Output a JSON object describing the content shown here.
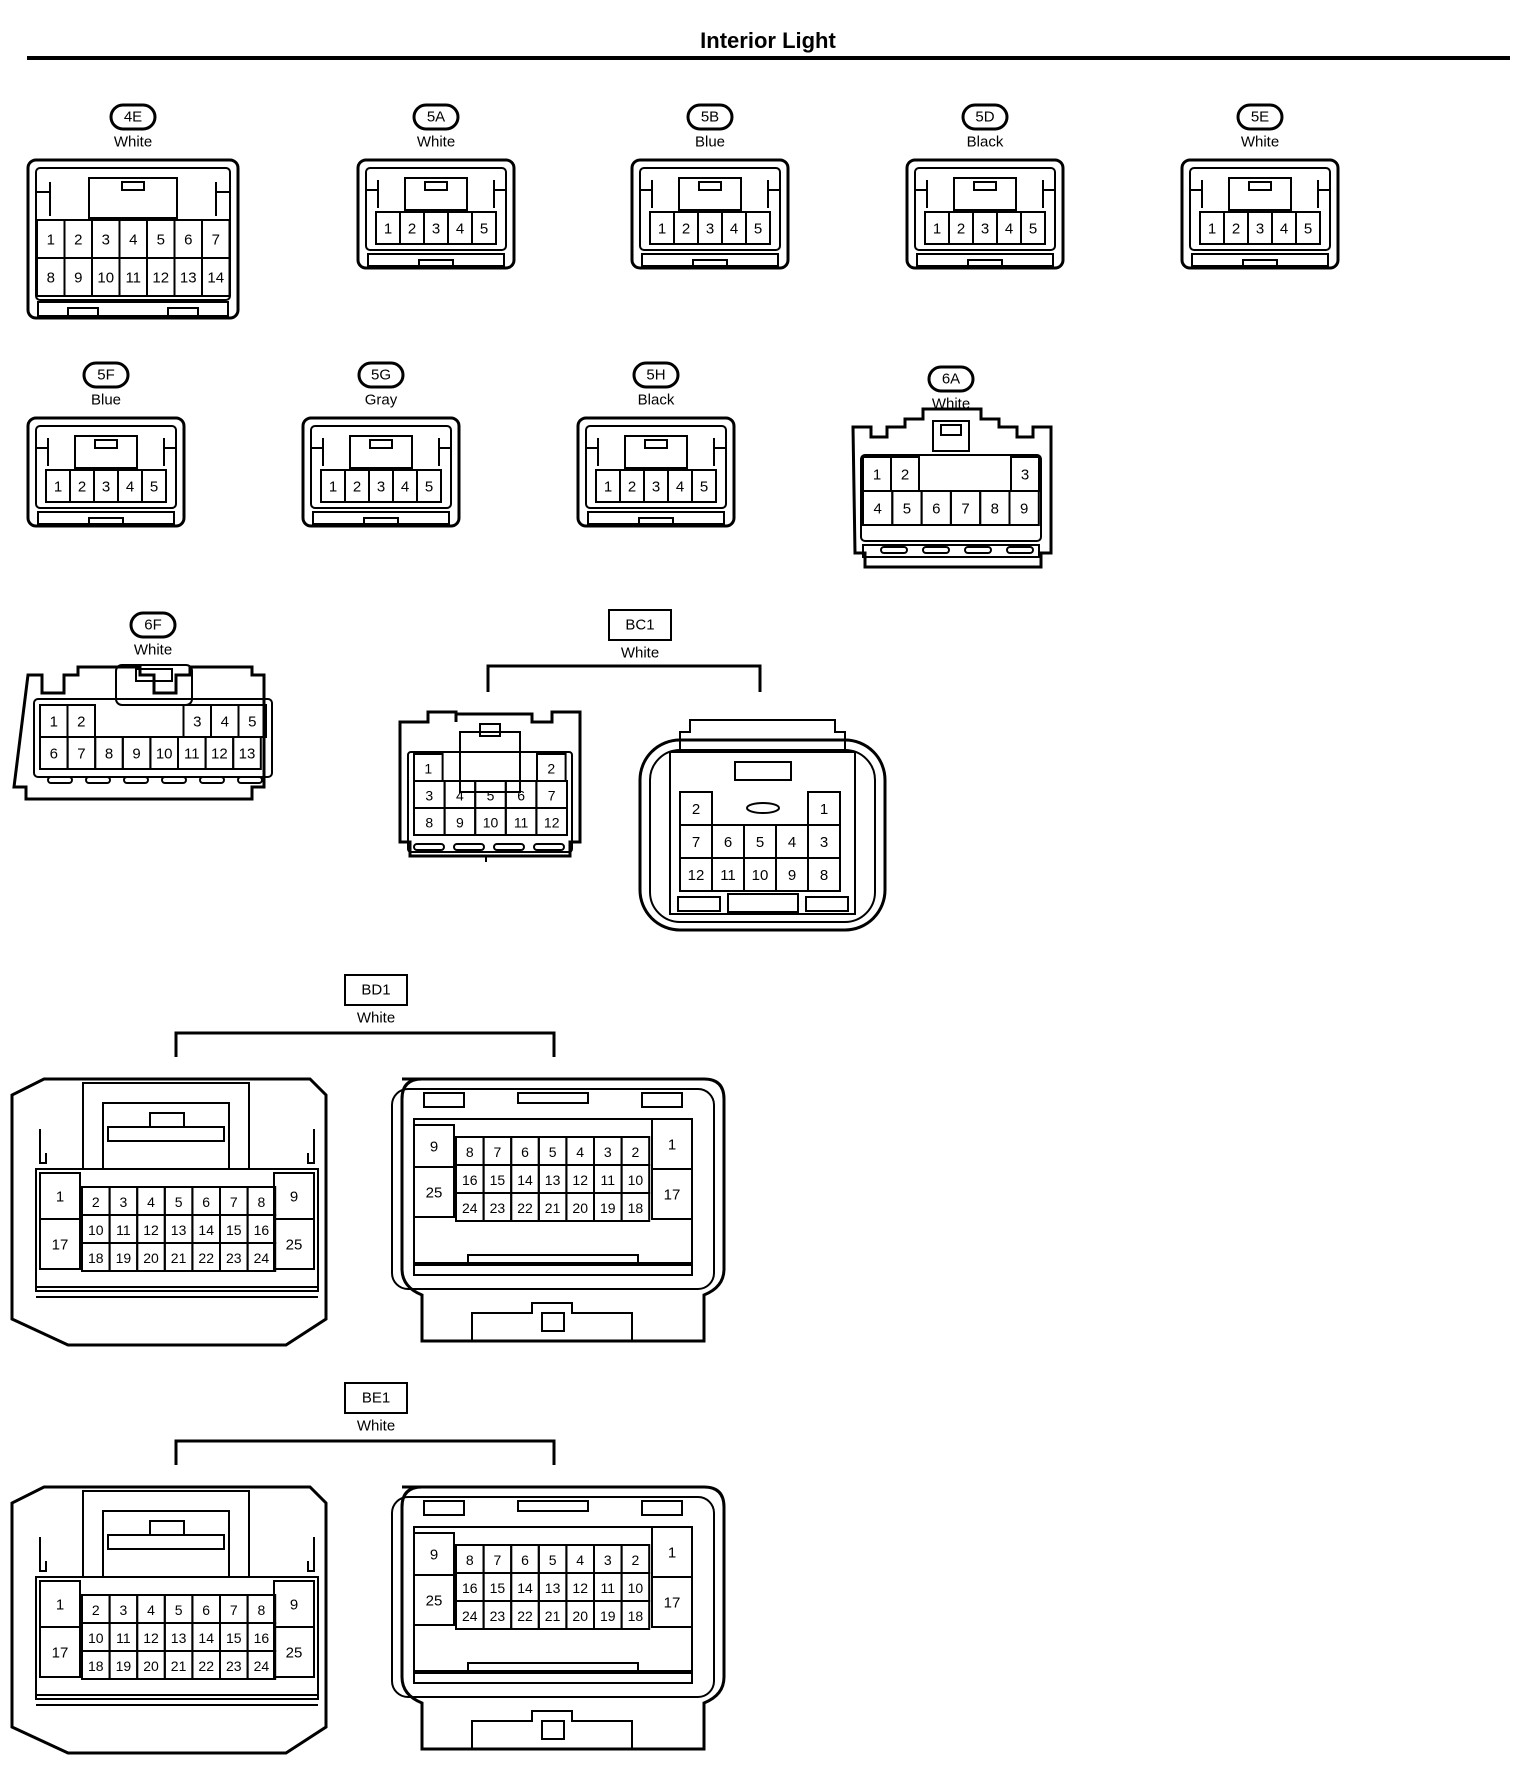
{
  "title": "Interior Light",
  "colors": {
    "line": "#000000",
    "background": "#ffffff"
  },
  "connectors": [
    {
      "id": "4E",
      "color": "White",
      "style": "pill",
      "rows": [
        [
          "1",
          "2",
          "3",
          "4",
          "5",
          "6",
          "7"
        ],
        [
          "8",
          "9",
          "10",
          "11",
          "12",
          "13",
          "14"
        ]
      ]
    },
    {
      "id": "5A",
      "color": "White",
      "style": "pill",
      "rows": [
        [
          "1",
          "2",
          "3",
          "4",
          "5"
        ]
      ]
    },
    {
      "id": "5B",
      "color": "Blue",
      "style": "pill",
      "rows": [
        [
          "1",
          "2",
          "3",
          "4",
          "5"
        ]
      ]
    },
    {
      "id": "5D",
      "color": "Black",
      "style": "pill",
      "rows": [
        [
          "1",
          "2",
          "3",
          "4",
          "5"
        ]
      ]
    },
    {
      "id": "5E",
      "color": "White",
      "style": "pill",
      "rows": [
        [
          "1",
          "2",
          "3",
          "4",
          "5"
        ]
      ]
    },
    {
      "id": "5F",
      "color": "Blue",
      "style": "pill",
      "rows": [
        [
          "1",
          "2",
          "3",
          "4",
          "5"
        ]
      ]
    },
    {
      "id": "5G",
      "color": "Gray",
      "style": "pill",
      "rows": [
        [
          "1",
          "2",
          "3",
          "4",
          "5"
        ]
      ]
    },
    {
      "id": "5H",
      "color": "Black",
      "style": "pill",
      "rows": [
        [
          "1",
          "2",
          "3",
          "4",
          "5"
        ]
      ]
    },
    {
      "id": "6A",
      "color": "White",
      "style": "pill",
      "rows": [
        [
          "1",
          "2",
          "3"
        ],
        [
          "4",
          "5",
          "6",
          "7",
          "8",
          "9"
        ]
      ]
    },
    {
      "id": "6F",
      "color": "White",
      "style": "pill",
      "rows": [
        [
          "1",
          "2",
          "3",
          "4",
          "5"
        ],
        [
          "6",
          "7",
          "8",
          "9",
          "10",
          "11",
          "12",
          "13"
        ]
      ]
    },
    {
      "id": "BC1",
      "color": "White",
      "style": "box",
      "left_rows": [
        [
          "1",
          "2"
        ],
        [
          "3",
          "4",
          "5",
          "6",
          "7"
        ],
        [
          "8",
          "9",
          "10",
          "11",
          "12"
        ]
      ],
      "right_rows": [
        [
          "2",
          "1"
        ],
        [
          "7",
          "6",
          "5",
          "4",
          "3"
        ],
        [
          "12",
          "11",
          "10",
          "9",
          "8"
        ]
      ]
    },
    {
      "id": "BD1",
      "color": "White",
      "style": "box",
      "left_rows": [
        [
          "1",
          "2",
          "3",
          "4",
          "5",
          "6",
          "7",
          "8",
          "9"
        ],
        [
          "17",
          "10",
          "11",
          "12",
          "13",
          "14",
          "15",
          "16",
          "25"
        ],
        [
          "18",
          "19",
          "20",
          "21",
          "22",
          "23",
          "24"
        ]
      ],
      "right_rows": [
        [
          "9",
          "8",
          "7",
          "6",
          "5",
          "4",
          "3",
          "2",
          "1"
        ],
        [
          "25",
          "16",
          "15",
          "14",
          "13",
          "12",
          "11",
          "10",
          "17"
        ],
        [
          "24",
          "23",
          "22",
          "21",
          "20",
          "19",
          "18"
        ]
      ]
    },
    {
      "id": "BE1",
      "color": "White",
      "style": "box",
      "left_rows": [
        [
          "1",
          "2",
          "3",
          "4",
          "5",
          "6",
          "7",
          "8",
          "9"
        ],
        [
          "17",
          "10",
          "11",
          "12",
          "13",
          "14",
          "15",
          "16",
          "25"
        ],
        [
          "18",
          "19",
          "20",
          "21",
          "22",
          "23",
          "24"
        ]
      ],
      "right_rows": [
        [
          "9",
          "8",
          "7",
          "6",
          "5",
          "4",
          "3",
          "2",
          "1"
        ],
        [
          "25",
          "16",
          "15",
          "14",
          "13",
          "12",
          "11",
          "10",
          "17"
        ],
        [
          "24",
          "23",
          "22",
          "21",
          "20",
          "19",
          "18"
        ]
      ]
    }
  ]
}
